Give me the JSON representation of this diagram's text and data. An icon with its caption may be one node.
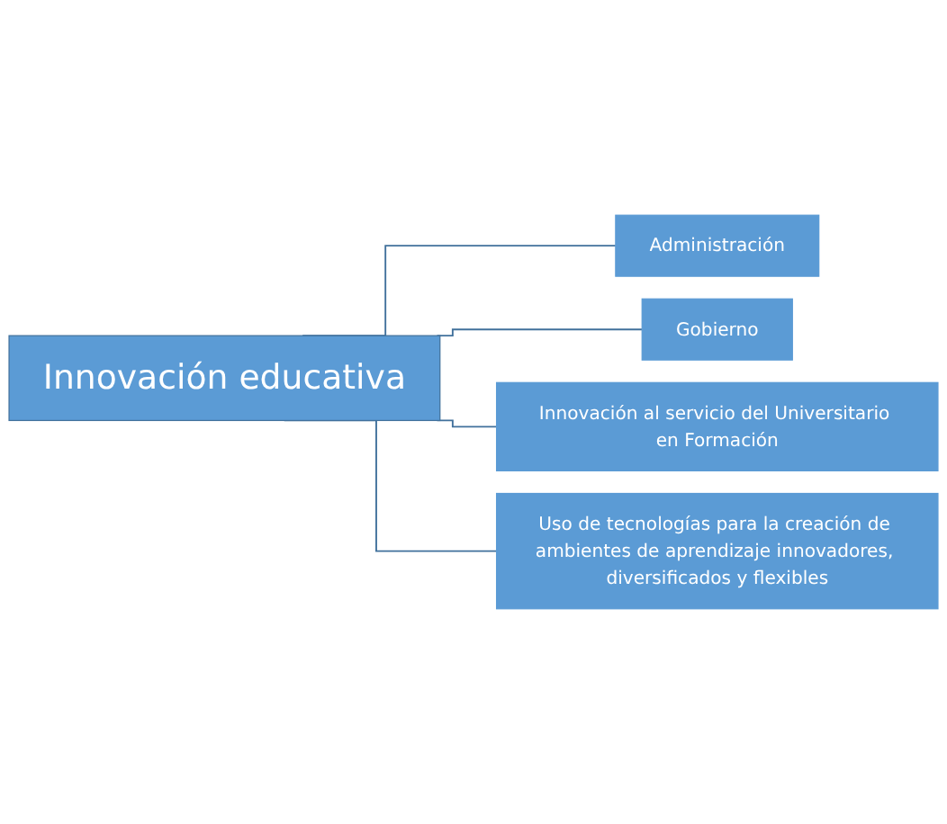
{
  "diagram": {
    "nodes": [
      {
        "text": [
          "Innovación educativa"
        ]
      },
      {
        "text": [
          "Administración"
        ]
      },
      {
        "text": [
          "Gobierno"
        ]
      },
      {
        "text": [
          "Innovación al servicio del Universitario en Formación"
        ]
      },
      {
        "text": [
          "Uso de tecnologías para la creación de ambientes de aprendizaje innovadores, diversificados y flexibles"
        ]
      }
    ],
    "edges": [
      {
        "from": 0,
        "to": 1,
        "arrow": "none"
      },
      {
        "from": 0,
        "to": 2,
        "arrow": "none"
      },
      {
        "from": 0,
        "to": 3,
        "arrow": "none"
      },
      {
        "from": 0,
        "to": 4,
        "arrow": "none"
      }
    ]
  }
}
